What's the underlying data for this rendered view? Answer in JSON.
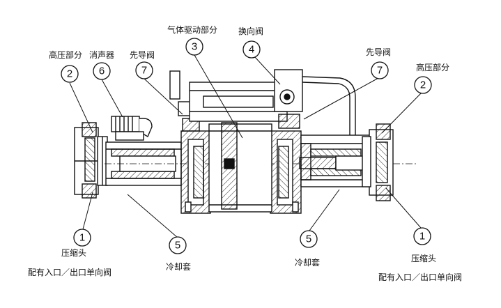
{
  "labels": {
    "hp_left": "高压部分",
    "muffler": "消声器",
    "pilot_left": "先导阀",
    "air_drive": "气体驱动部分",
    "reversing": "换向阀",
    "pilot_right": "先导阀",
    "hp_right": "高压部分",
    "head_left": "压缩头",
    "check_left": "配有入口／出口单向阀",
    "jacket_left": "冷却套",
    "jacket_right": "冷却套",
    "head_right": "压缩头",
    "check_right": "配有入口／出口单向阀"
  },
  "callouts": {
    "c2_left": "2",
    "c6": "6",
    "c7_left": "7",
    "c3": "3",
    "c4": "4",
    "c7_right": "7",
    "c2_right": "2",
    "c1_left": "1",
    "c5_left": "5",
    "c5_right": "5",
    "c1_right": "1"
  }
}
